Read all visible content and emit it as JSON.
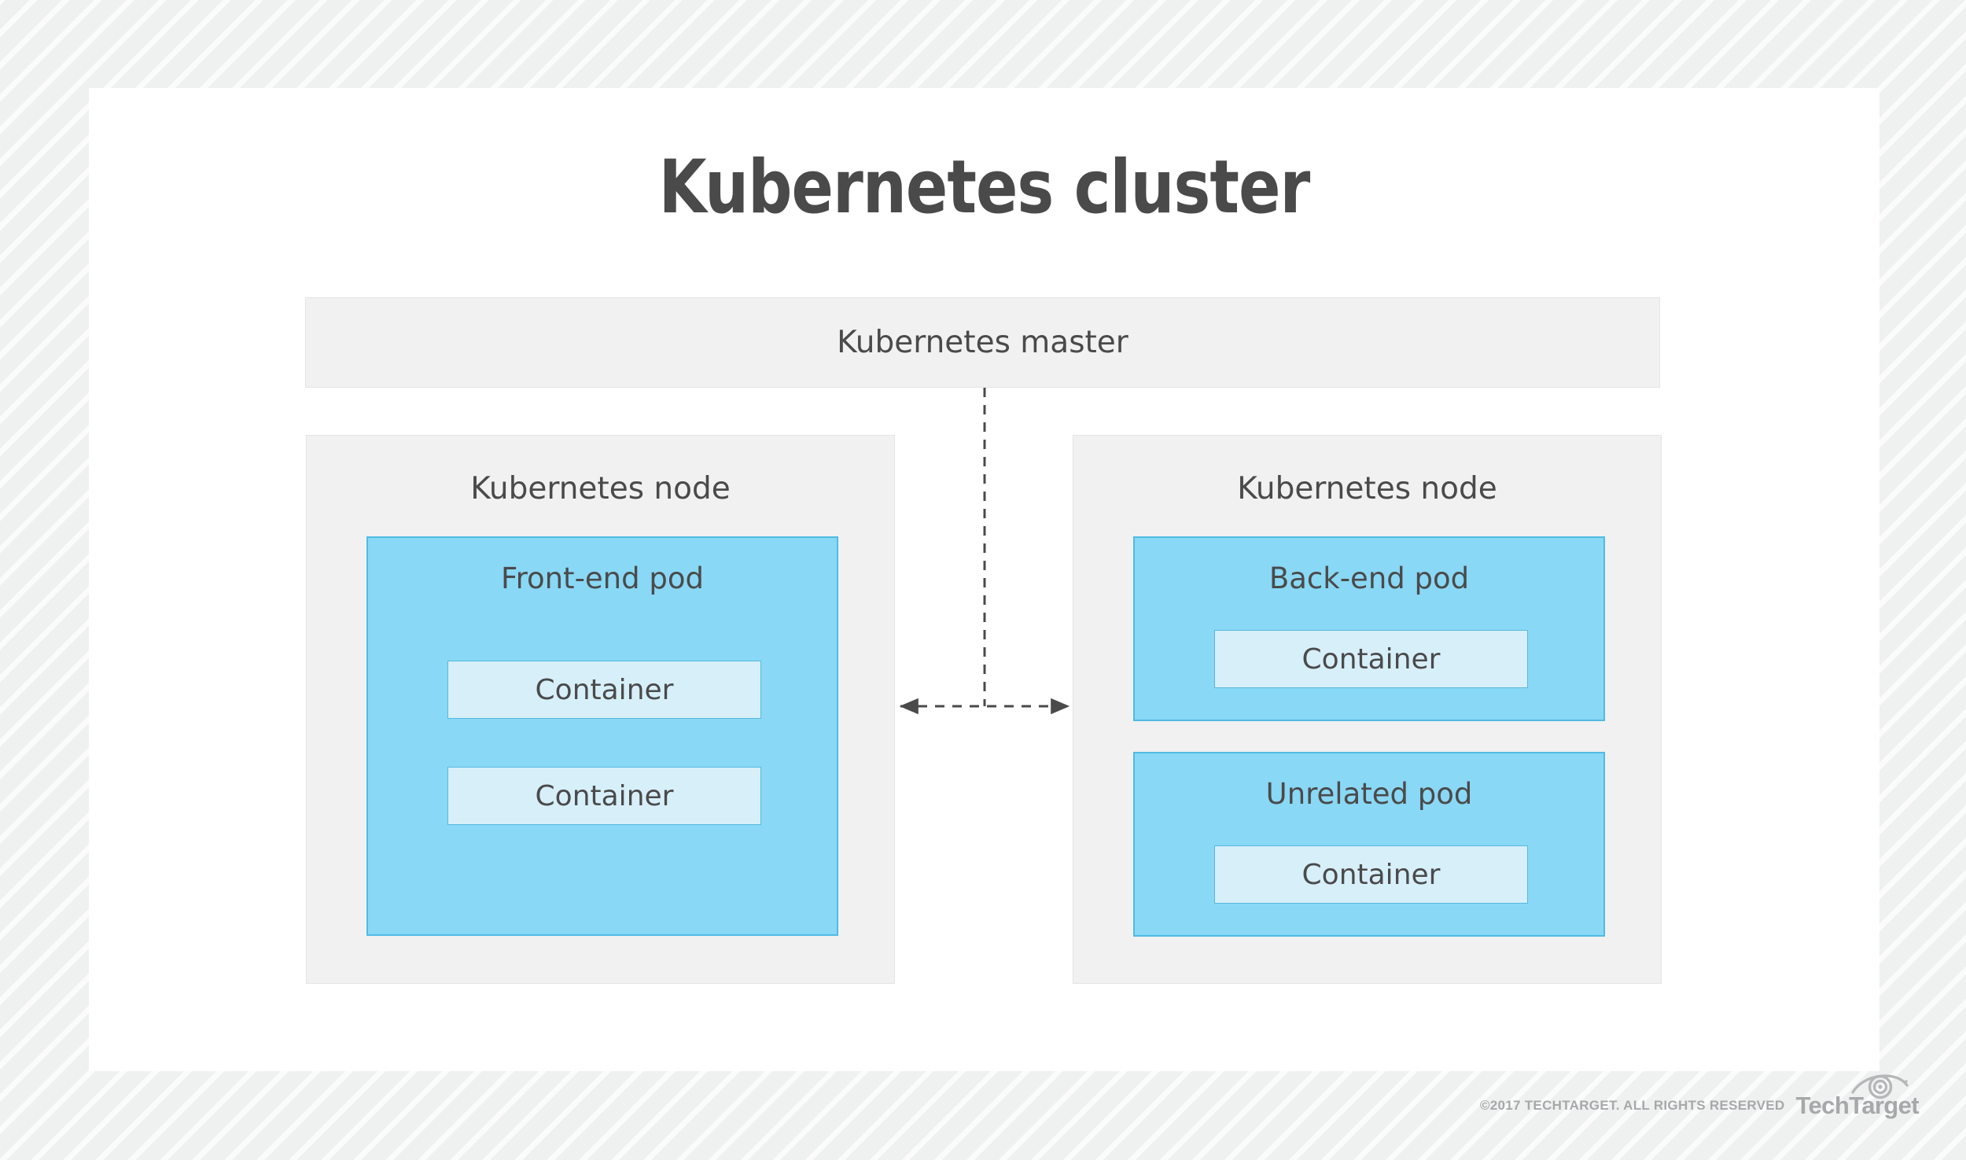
{
  "page": {
    "title": "Kubernetes cluster"
  },
  "diagram": {
    "master": {
      "label": "Kubernetes master"
    },
    "nodes": [
      {
        "label": "Kubernetes node",
        "pods": [
          {
            "label": "Front-end pod",
            "containers": [
              {
                "label": "Container"
              },
              {
                "label": "Container"
              }
            ]
          }
        ]
      },
      {
        "label": "Kubernetes node",
        "pods": [
          {
            "label": "Back-end pod",
            "containers": [
              {
                "label": "Container"
              }
            ]
          },
          {
            "label": "Unrelated pod",
            "containers": [
              {
                "label": "Container"
              }
            ]
          }
        ]
      }
    ],
    "connectors": {
      "master_to_link": "dashed-vertical-line",
      "node_to_node": "dashed-double-headed-arrow"
    }
  },
  "footer": {
    "copyright": "©2017 TECHTARGET. ALL RIGHTS RESERVED",
    "brand": "TechTarget",
    "brand_icon": "eye-icon"
  },
  "colors": {
    "title_text": "#4a4a4a",
    "box_gray": "#f1f1f1",
    "box_gray_border": "#e4e4e4",
    "pod_blue": "#89d8f5",
    "pod_blue_border": "#50bbe3",
    "container_blue": "#d7eff9",
    "container_blue_border": "#57b9de",
    "connector": "#4a4a4a",
    "footer_gray": "#a6a8aa",
    "card_background": "#ffffff",
    "page_background": "#eff0f0"
  }
}
